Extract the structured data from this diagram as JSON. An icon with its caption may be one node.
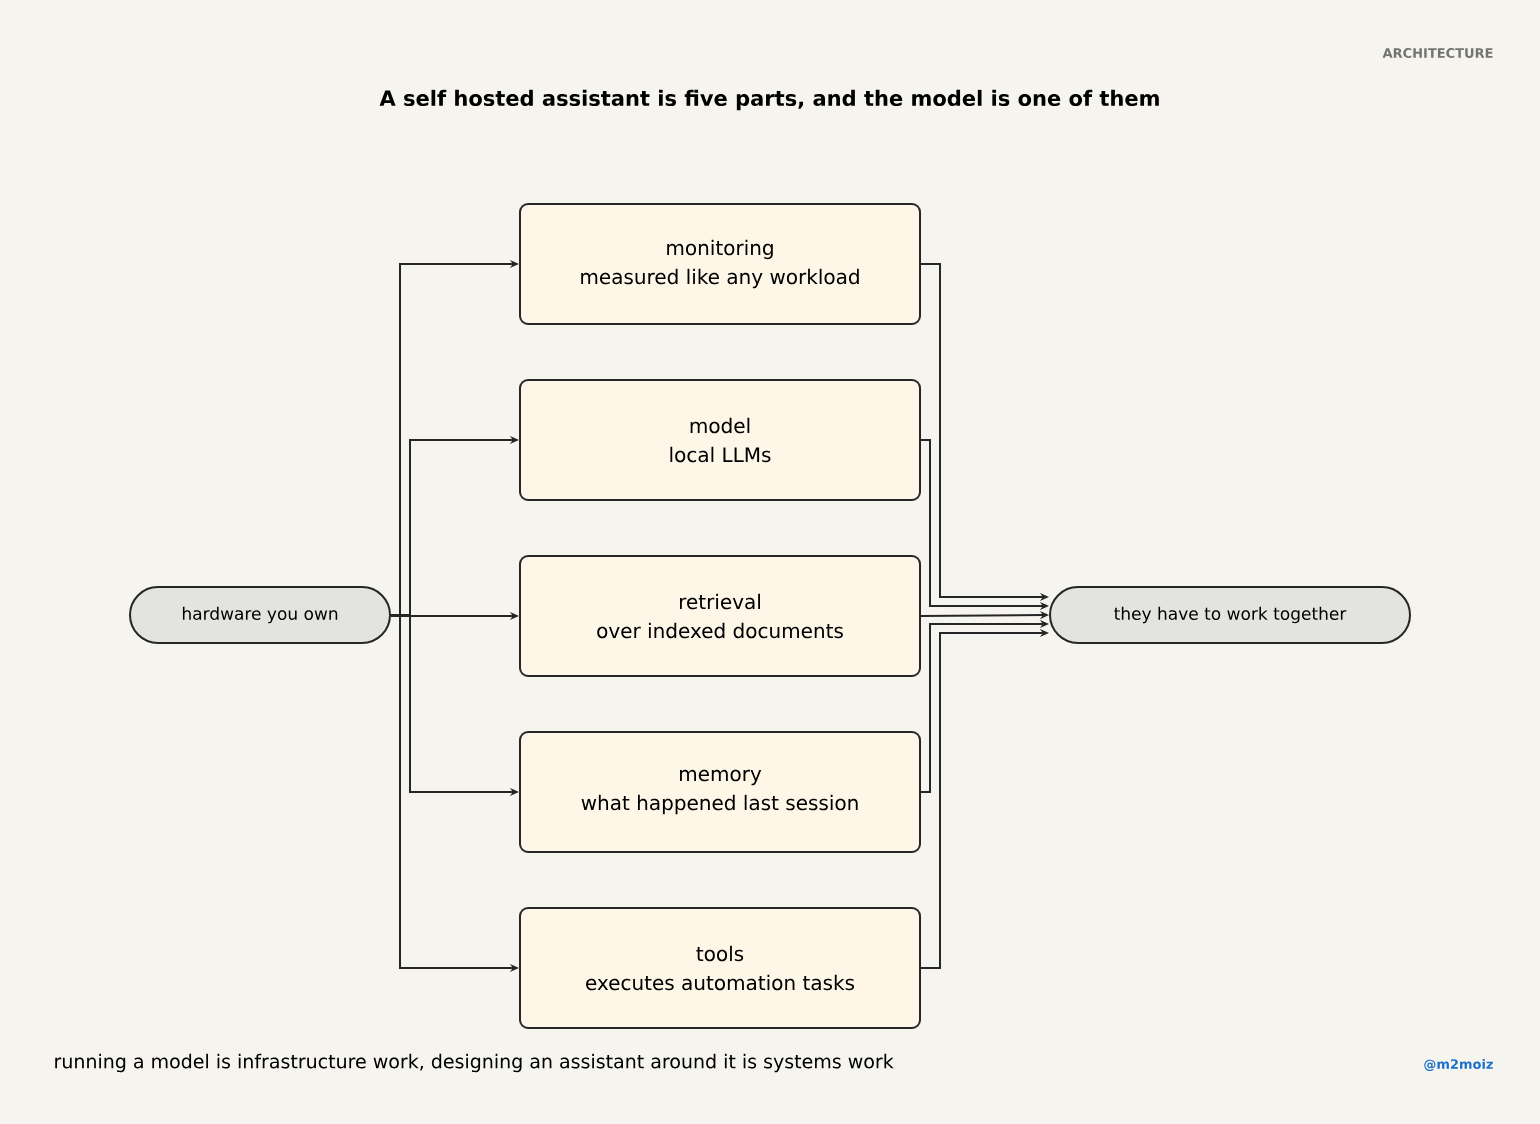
{
  "diagram": {
    "title": "A self hosted assistant is five parts, and the model is one of them",
    "caption": "running a model is infrastructure work, designing an assistant around it is systems work",
    "nodes": [
      {
        "text": [
          "hardware you own"
        ]
      },
      {
        "text": [
          "monitoring",
          "measured like any workload"
        ]
      },
      {
        "text": [
          "model",
          "local LLMs"
        ]
      },
      {
        "text": [
          "retrieval",
          "over indexed documents"
        ]
      },
      {
        "text": [
          "memory",
          "what happened last session"
        ]
      },
      {
        "text": [
          "tools",
          "executes automation tasks"
        ]
      },
      {
        "text": [
          "they have to work together"
        ]
      }
    ],
    "edges": [
      {
        "from": 0,
        "to": 1,
        "arrow": "to"
      },
      {
        "from": 0,
        "to": 2,
        "arrow": "to"
      },
      {
        "from": 0,
        "to": 3,
        "arrow": "to"
      },
      {
        "from": 0,
        "to": 4,
        "arrow": "to"
      },
      {
        "from": 0,
        "to": 5,
        "arrow": "to"
      },
      {
        "from": 1,
        "to": 6,
        "arrow": "to"
      },
      {
        "from": 2,
        "to": 6,
        "arrow": "to"
      },
      {
        "from": 3,
        "to": 6,
        "arrow": "to"
      },
      {
        "from": 4,
        "to": 6,
        "arrow": "to"
      },
      {
        "from": 5,
        "to": 6,
        "arrow": "to"
      }
    ],
    "labels": [
      "ARCHITECTURE",
      "@m2moiz"
    ]
  }
}
